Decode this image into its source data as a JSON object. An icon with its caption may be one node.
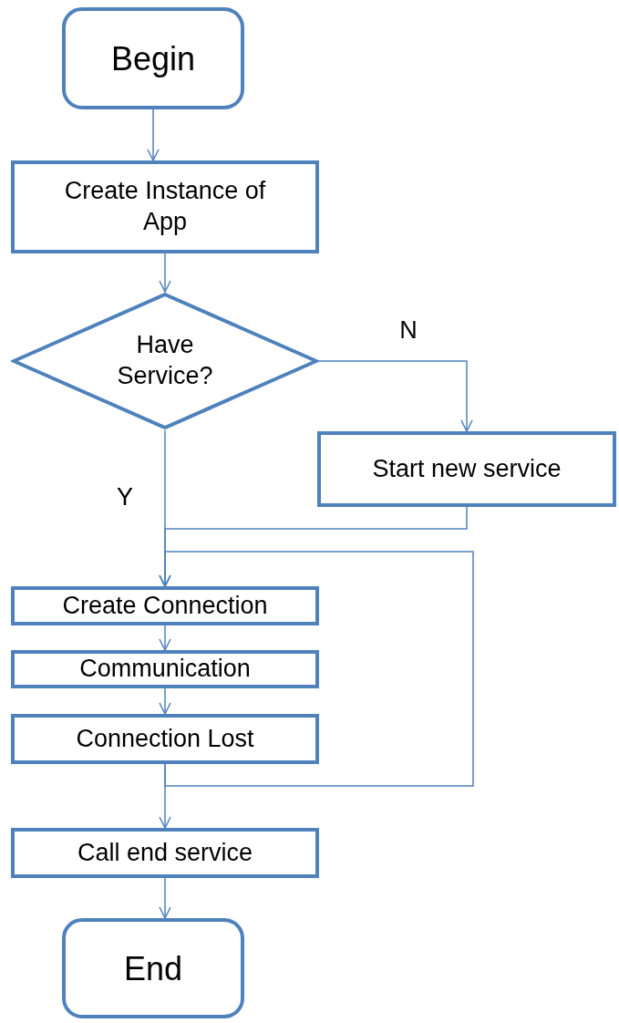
{
  "diagram": {
    "nodes": [
      {
        "text": [
          "Begin"
        ]
      },
      {
        "text": [
          "Create Instance of App"
        ]
      },
      {
        "text": [
          "Have Service?"
        ]
      },
      {
        "text": [
          "Start new service"
        ]
      },
      {
        "text": [
          "Create Connection"
        ]
      },
      {
        "text": [
          "Communication"
        ]
      },
      {
        "text": [
          "Connection Lost"
        ]
      },
      {
        "text": [
          "Call end service"
        ]
      },
      {
        "text": [
          "End"
        ]
      }
    ],
    "edges": [
      {
        "from": 0,
        "to": 1,
        "arrow": "to"
      },
      {
        "from": 1,
        "to": 2,
        "arrow": "to"
      },
      {
        "from": 2,
        "to": 3,
        "arrow": "to",
        "label": "N"
      },
      {
        "from": 2,
        "to": 4,
        "arrow": "to",
        "label": "Y"
      },
      {
        "from": 3,
        "to": 4,
        "arrow": "to"
      },
      {
        "from": 6,
        "to": 4,
        "arrow": "to"
      },
      {
        "from": 4,
        "to": 5,
        "arrow": "to"
      },
      {
        "from": 5,
        "to": 6,
        "arrow": "to"
      },
      {
        "from": 6,
        "to": 7,
        "arrow": "to"
      },
      {
        "from": 7,
        "to": 8,
        "arrow": "to"
      }
    ]
  }
}
